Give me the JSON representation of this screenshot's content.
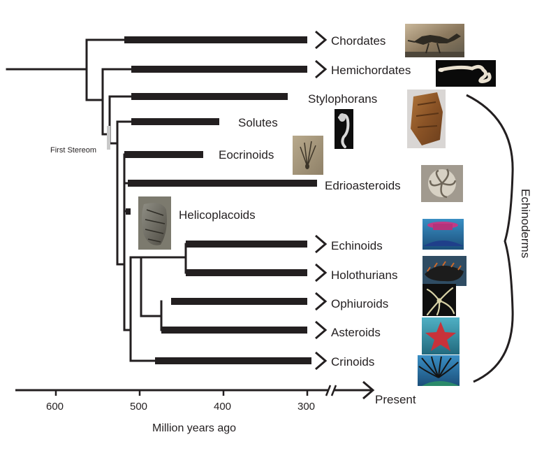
{
  "diagram": {
    "annotation": "First Stereom",
    "clade_label": "Echinoderms",
    "axis": {
      "ticks": [
        "600",
        "500",
        "400",
        "300"
      ],
      "present_label": "Present",
      "title": "Million years ago"
    },
    "taxa": [
      {
        "name": "Chordates",
        "photo": "dinosaur-skeleton-photo"
      },
      {
        "name": "Hemichordates",
        "photo": "acorn-worm-photo"
      },
      {
        "name": "Stylophorans",
        "photo": "stylophoran-fossil-photo"
      },
      {
        "name": "Solutes",
        "photo": "solute-fossil-photo"
      },
      {
        "name": "Eocrinoids",
        "photo": "eocrinoid-fossil-photo"
      },
      {
        "name": "Edrioasteroids",
        "photo": "edrioasteroid-fossil-photo"
      },
      {
        "name": "Helicoplacoids",
        "photo": "helicoplacoid-fossil-photo"
      },
      {
        "name": "Echinoids",
        "photo": "sea-urchin-photo"
      },
      {
        "name": "Holothurians",
        "photo": "sea-cucumber-photo"
      },
      {
        "name": "Ophiuroids",
        "photo": "brittle-star-photo"
      },
      {
        "name": "Asteroids",
        "photo": "sea-star-photo"
      },
      {
        "name": "Crinoids",
        "photo": "feather-star-photo"
      }
    ]
  }
}
